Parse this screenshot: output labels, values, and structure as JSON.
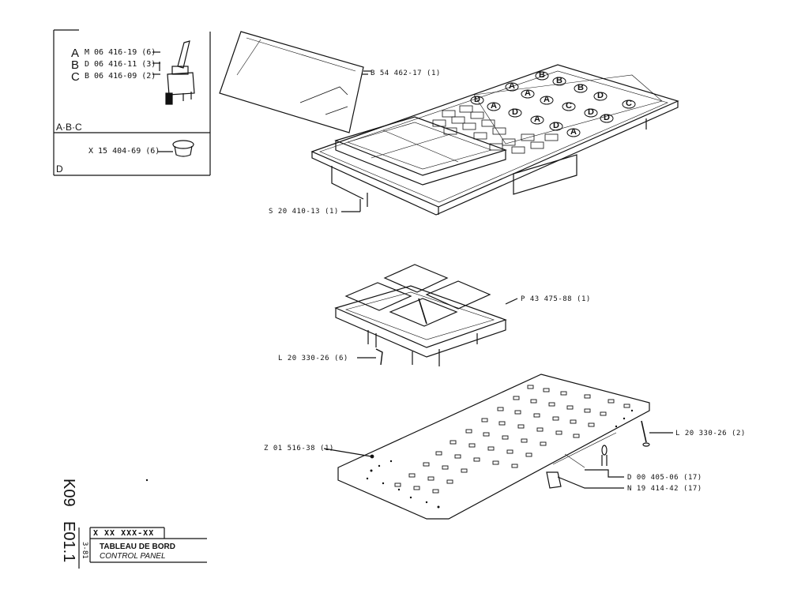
{
  "legend": {
    "rows": [
      {
        "letter": "A",
        "part": "M 06 416-19 (6)"
      },
      {
        "letter": "B",
        "part": "D 06 416-11 (3)"
      },
      {
        "letter": "C",
        "part": "B 06 416-09 (2)"
      }
    ],
    "section_abc": "A·B·C",
    "section_d": "D",
    "d_part": "X 15 404-69 (6)"
  },
  "parts": {
    "cover": "B 54 462-17 (1)",
    "housing": "S 20 410-13 (1)",
    "bracket": "P 43 475-88 (1)",
    "screw_left": "L 20 330-26 (6)",
    "board": "Z 01 516-38 (1)",
    "screw_right": "L 20 330-26 (2)",
    "lamp": "D 00 405-06 (17)",
    "socket": "N 19 414-42 (17)"
  },
  "callouts": [
    "A",
    "B",
    "B",
    "D",
    "B",
    "A",
    "A",
    "D",
    "A",
    "C",
    "D",
    "C",
    "D",
    "A",
    "D",
    "D",
    "A"
  ],
  "title_block": {
    "code_1": "K09",
    "code_2": "E01.1",
    "date": "3-81",
    "ref": "X XX XXX-XX",
    "title_fr": "TABLEAU DE BORD",
    "title_en": "CONTROL PANEL"
  }
}
